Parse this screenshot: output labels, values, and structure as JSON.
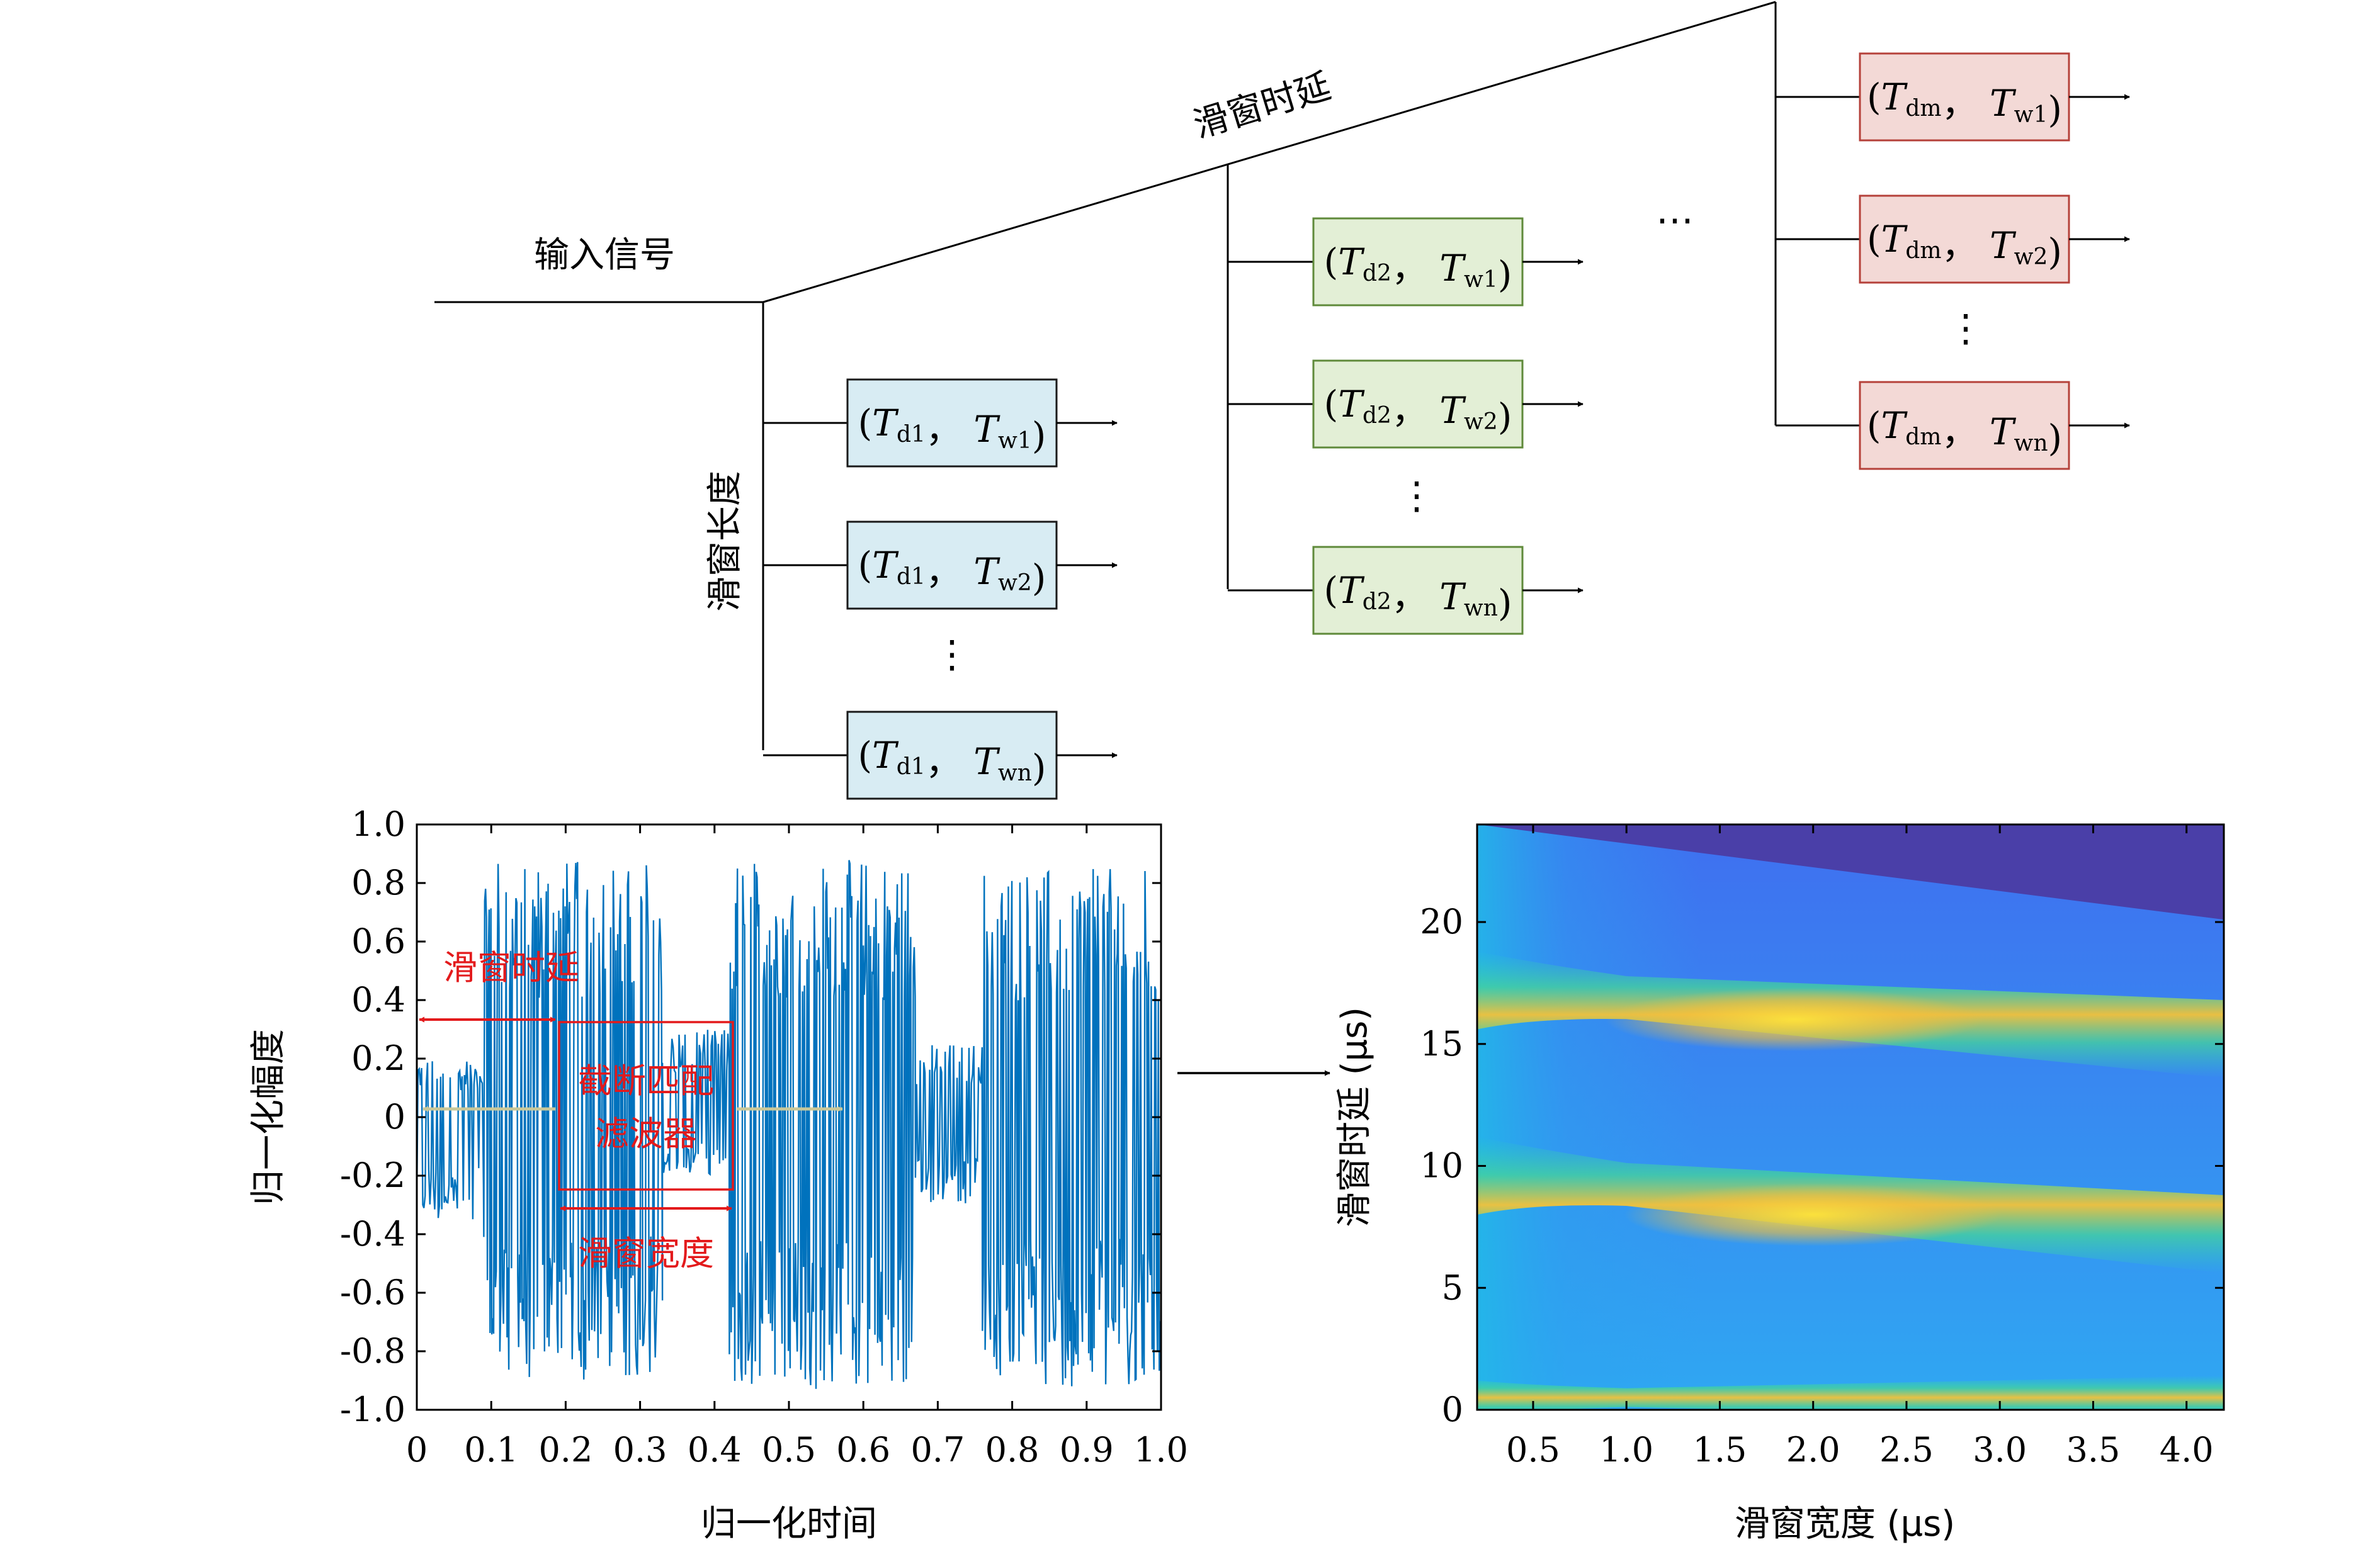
{
  "tree": {
    "input_label": "输入信号",
    "delay_label": "滑窗时延",
    "length_label": "滑窗长度",
    "ellipsis_v": "⋮",
    "ellipsis_h": "⋯",
    "groups": [
      {
        "color_fill": "#d8ecf3",
        "color_stroke": "#1a1a1a",
        "boxes": [
          {
            "d": "d1",
            "w": "w1"
          },
          {
            "d": "d1",
            "w": "w2"
          },
          {
            "d": "d1",
            "w": "wn"
          }
        ]
      },
      {
        "color_fill": "#e3efd6",
        "color_stroke": "#5f8a3a",
        "boxes": [
          {
            "d": "d2",
            "w": "w1"
          },
          {
            "d": "d2",
            "w": "w2"
          },
          {
            "d": "d2",
            "w": "wn"
          }
        ]
      },
      {
        "color_fill": "#f3d9d6",
        "color_stroke": "#b5413a",
        "boxes": [
          {
            "d": "dm",
            "w": "w1"
          },
          {
            "d": "dm",
            "w": "w2"
          },
          {
            "d": "dm",
            "w": "wn"
          }
        ]
      }
    ]
  },
  "signal_plot": {
    "xlabel": "归一化时间",
    "ylabel": "归一化幅度",
    "xticks": [
      "0",
      "0.1",
      "0.2",
      "0.3",
      "0.4",
      "0.5",
      "0.6",
      "0.7",
      "0.8",
      "0.9",
      "1.0"
    ],
    "yticks": [
      "1.0",
      "0.8",
      "0.6",
      "0.4",
      "0.2",
      "0",
      "-0.2",
      "-0.4",
      "-0.6",
      "-0.8",
      "-1.0"
    ],
    "annotation_delay": "滑窗时延",
    "annotation_filter_line1": "截断匹配",
    "annotation_filter_line2": "滤波器",
    "annotation_width": "滑窗宽度",
    "signal_color": "#0072bd",
    "annotation_color": "#e31a1c"
  },
  "heatmap_plot": {
    "xlabel": "滑窗宽度 (μs)",
    "ylabel": "滑窗时延 (μs)",
    "xticks": [
      "0.5",
      "1.0",
      "1.5",
      "2.0",
      "2.5",
      "3.0",
      "3.5",
      "4.0"
    ],
    "yticks": [
      "20",
      "15",
      "10",
      "5",
      "0"
    ]
  },
  "chart_data": [
    {
      "type": "line",
      "title": "",
      "xlabel": "归一化时间",
      "ylabel": "归一化幅度",
      "xlim": [
        0,
        1.0
      ],
      "ylim": [
        -1.0,
        1.0
      ],
      "series": [
        {
          "segments": [
            {
              "x_range": [
                0,
                0.09
              ],
              "amplitude_range": [
                -0.35,
                0.2
              ]
            },
            {
              "x_range": [
                0.09,
                0.33
              ],
              "amplitude_range": [
                -0.9,
                0.88
              ]
            },
            {
              "x_range": [
                0.33,
                0.42
              ],
              "amplitude_range": [
                -0.2,
                0.3
              ]
            },
            {
              "x_range": [
                0.42,
                0.67
              ],
              "amplitude_range": [
                -0.94,
                0.88
              ]
            },
            {
              "x_range": [
                0.67,
                0.76
              ],
              "amplitude_range": [
                -0.3,
                0.25
              ]
            },
            {
              "x_range": [
                0.76,
                1.0
              ],
              "amplitude_range": [
                -0.92,
                0.85
              ]
            }
          ]
        }
      ]
    },
    {
      "type": "heatmap",
      "title": "",
      "xlabel": "滑窗宽度 (μs)",
      "ylabel": "滑窗时延 (μs)",
      "xlim": [
        0.2,
        4.2
      ],
      "ylim": [
        0,
        24
      ],
      "peak_bands_delay_us": [
        0.5,
        8,
        16
      ],
      "colormap": "parula"
    }
  ]
}
